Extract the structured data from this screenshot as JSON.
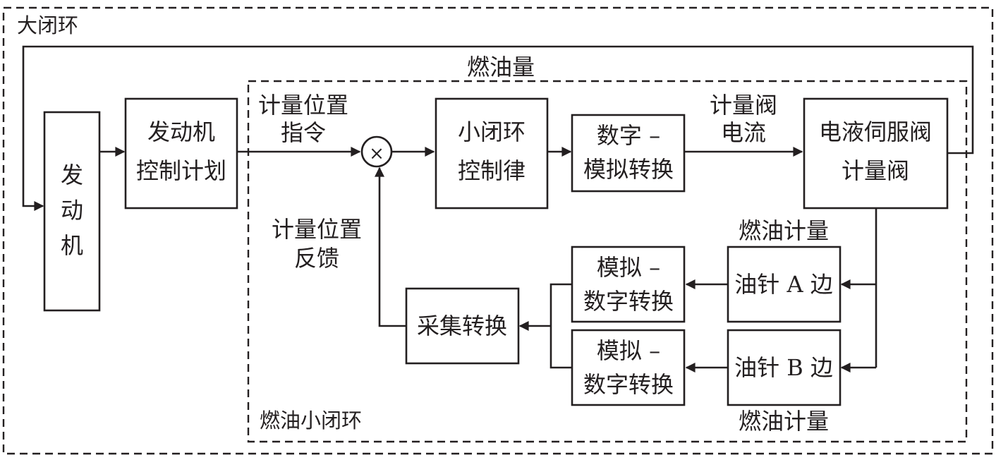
{
  "outer_loop": {
    "label": "大闭环"
  },
  "inner_loop": {
    "label": "燃油小闭环"
  },
  "signals": {
    "fuel_flow": "燃油量",
    "position_cmd": [
      "计量位置",
      "指令"
    ],
    "valve_current": [
      "计量阀",
      "电流"
    ],
    "position_feedback": [
      "计量位置",
      "反馈"
    ],
    "fuel_metering_a": "燃油计量",
    "fuel_metering_b": "燃油计量"
  },
  "blocks": {
    "engine": [
      "发",
      "动",
      "机"
    ],
    "control_plan": [
      "发动机",
      "控制计划"
    ],
    "summing_junction": "×",
    "small_loop_law": [
      "小闭环",
      "控制律"
    ],
    "dac": [
      "数字 –",
      "模拟转换"
    ],
    "servo_valve": [
      "电液伺服阀",
      "计量阀"
    ],
    "needle_a": "油针 A 边",
    "needle_b": "油针 B 边",
    "adc_a": [
      "模拟 –",
      "数字转换"
    ],
    "adc_b": [
      "模拟 –",
      "数字转换"
    ],
    "acquisition": "采集转换"
  }
}
